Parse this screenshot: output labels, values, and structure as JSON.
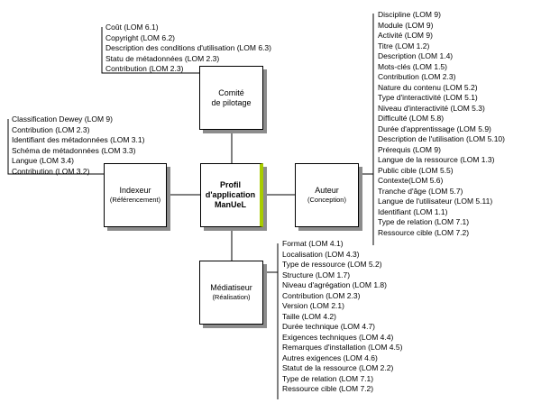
{
  "boxes": {
    "comite": {
      "title_line1": "Comité",
      "title_line2": "de pilotage"
    },
    "indexeur": {
      "title": "Indexeur",
      "subtitle": "(Référencement)"
    },
    "profil": {
      "line1": "Profil",
      "line2": "d'application",
      "line3": "ManUeL"
    },
    "auteur": {
      "title": "Auteur",
      "subtitle": "(Conception)"
    },
    "mediatiseur": {
      "title": "Médiatiseur",
      "subtitle": "(Réalisation)"
    }
  },
  "lists": {
    "comite": [
      "Coût (LOM 6.1)",
      "Copyright (LOM 6.2)",
      "Description des conditions d'utilisation (LOM 6.3)",
      "Statu de métadonnées (LOM 2.3)",
      "Contribution (LOM 2.3)"
    ],
    "indexeur": [
      "Classification Dewey (LOM 9)",
      "Contribution (LOM 2.3)",
      "Identifiant des métadonnées (LOM 3.1)",
      "Schéma de métadonnées (LOM 3.3)",
      "Langue (LOM 3.4)",
      "Contribution (LOM 3.2)"
    ],
    "auteur": [
      "Discipline (LOM 9)",
      "Module (LOM 9)",
      "Activité (LOM 9)",
      "Titre (LOM 1.2)",
      "Description (LOM 1.4)",
      "Mots-clés (LOM 1.5)",
      "Contribution (LOM 2.3)",
      "Nature du contenu (LOM 5.2)",
      "Type d'interactivité (LOM 5.1)",
      "Niveau d'interactivité (LOM 5.3)",
      "Difficulté (LOM 5.8)",
      " Durée d'apprentissage (LOM 5.9)",
      " Description de l'utilisation (LOM 5.10)",
      "Prérequis (LOM 9)",
      "Langue de la ressource (LOM 1.3)",
      " Public cible (LOM 5.5)",
      "Contexte(LOM 5.6)",
      "Tranche d'âge (LOM 5.7)",
      "Langue de l'utilisateur (LOM 5.11)",
      "Identifiant (LOM 1.1)",
      "Type de relation (LOM 7.1)",
      "Ressource cible (LOM 7.2)"
    ],
    "mediatiseur": [
      "Format (LOM 4.1)",
      "Localisation (LOM 4.3)",
      "Type de ressource (LOM 5.2)",
      "Structure (LOM 1.7)",
      "Niveau d'agrégation (LOM 1.8)",
      "Contribution (LOM 2.3)",
      "Version (LOM 2.1)",
      "Taille (LOM 4.2)",
      "Durée technique (LOM 4.7)",
      "Exigences techniques (LOM 4.4)",
      " Remarques d'installation (LOM 4.5)",
      "Autres exigences (LOM 4.6)",
      "Statut de la ressource (LOM 2.2)",
      "Type de relation (LOM 7.1)",
      "Ressource cible (LOM 7.2)"
    ]
  },
  "colors": {
    "accent": "#a8cc00",
    "shadow": "#8c8c8c",
    "line": "#000000"
  }
}
